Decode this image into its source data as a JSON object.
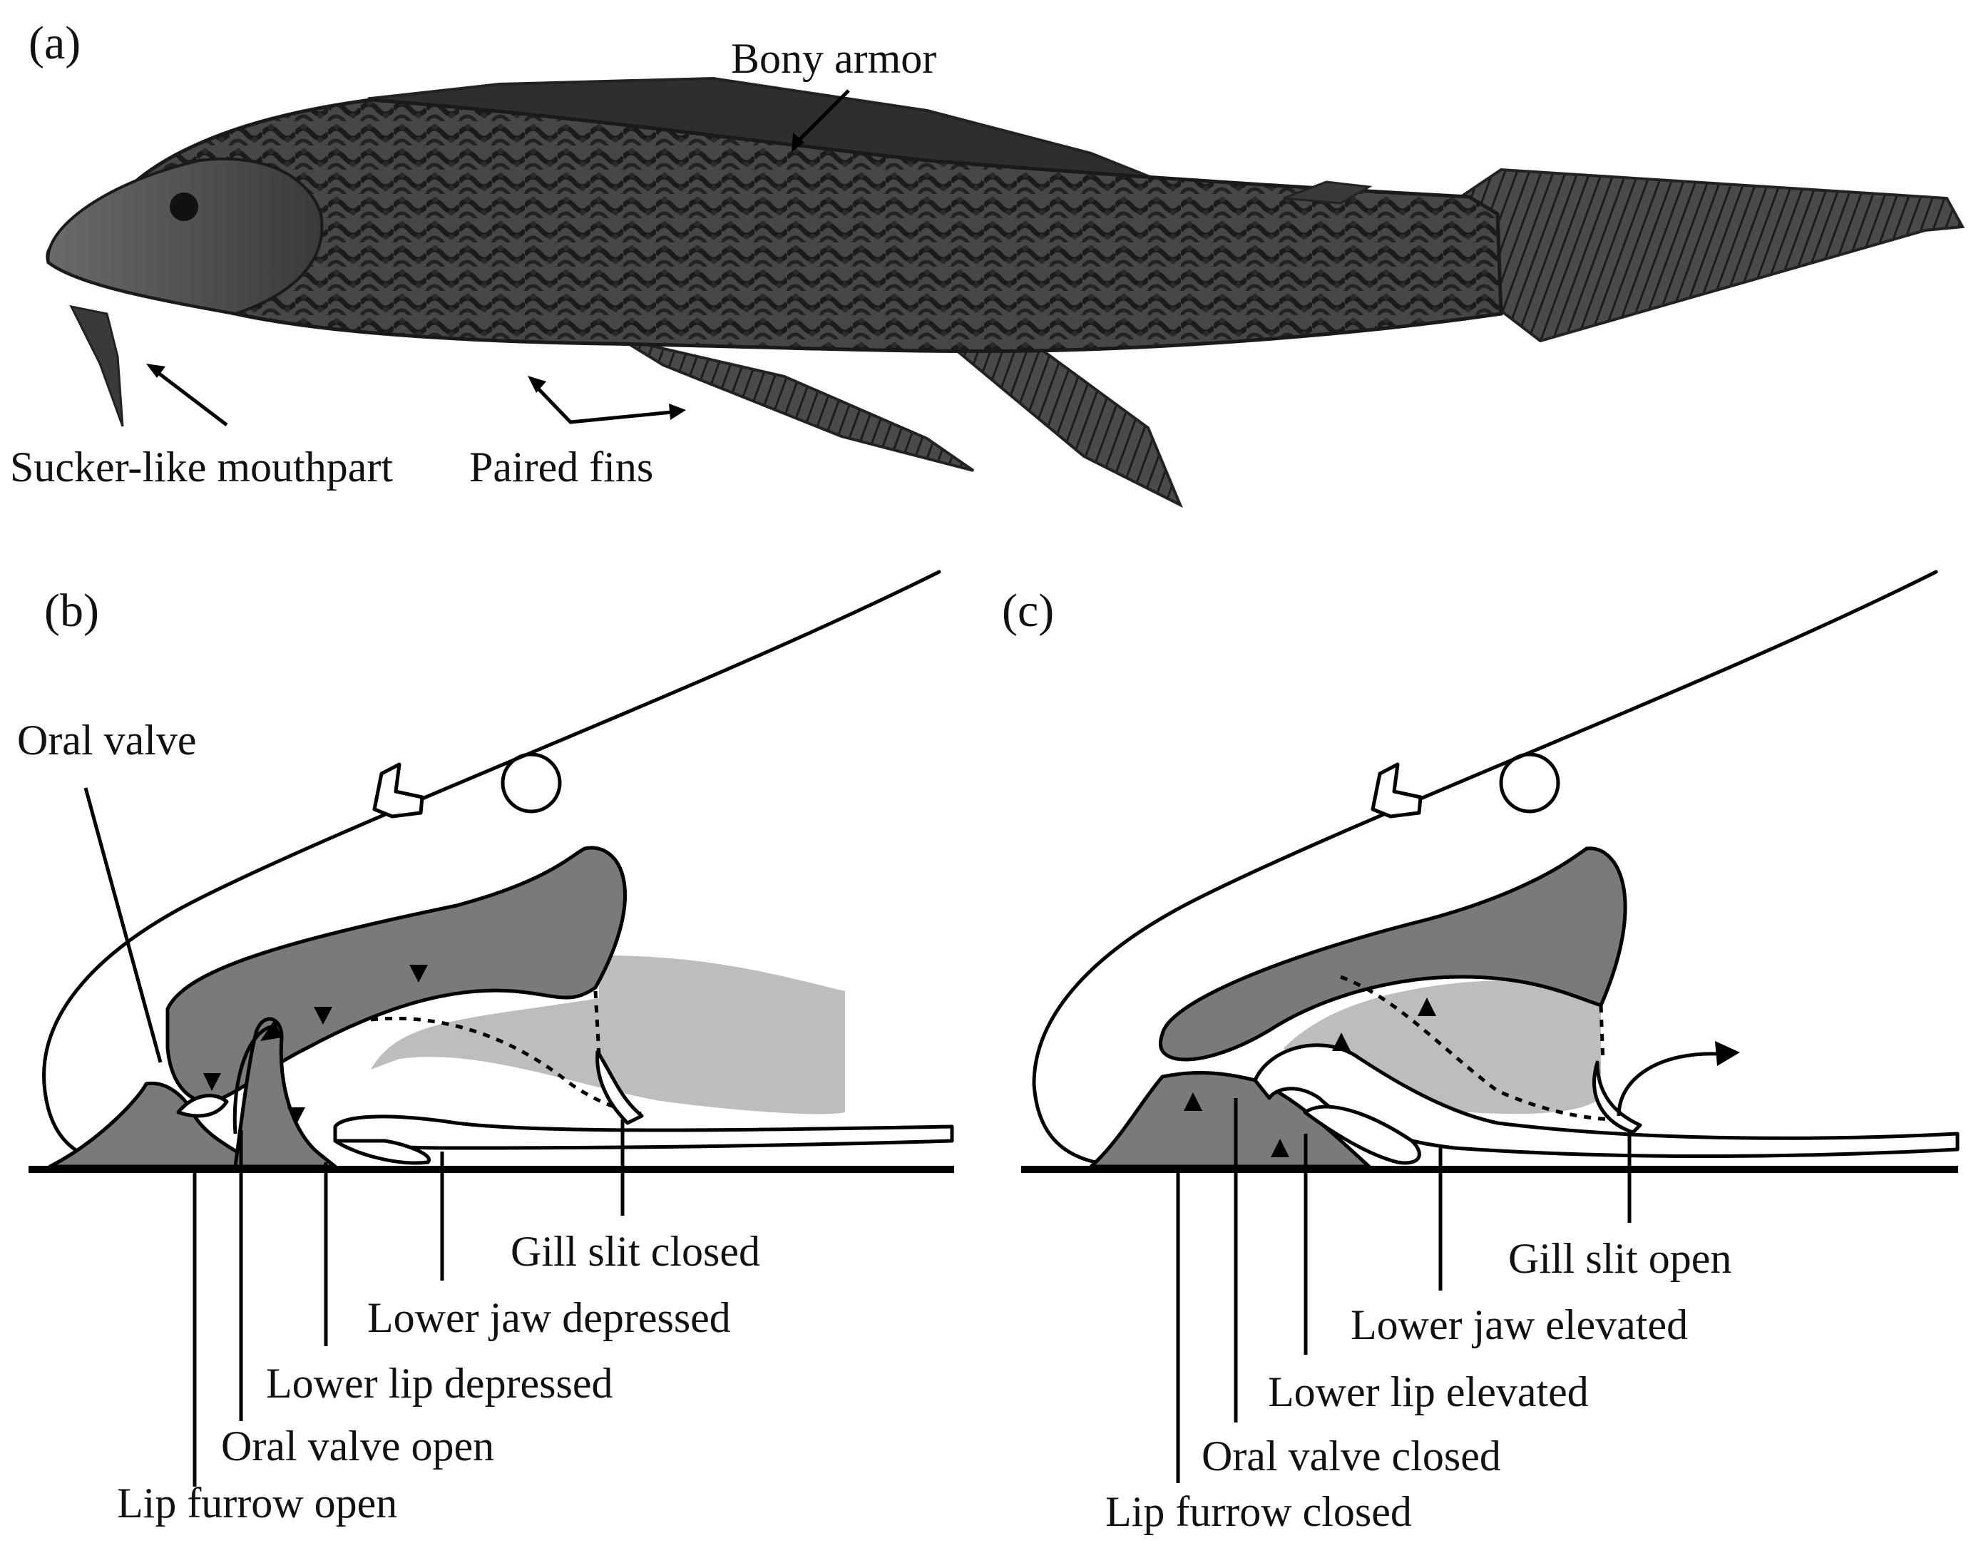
{
  "panels": {
    "a": {
      "letter": "(a)",
      "labels": {
        "bony_armor": "Bony armor",
        "mouthpart": "Sucker-like mouthpart",
        "paired_fins": "Paired fins"
      }
    },
    "b": {
      "letter": "(b)",
      "labels": {
        "oral_valve": "Oral valve",
        "gill_slit": "Gill slit closed",
        "lower_jaw": "Lower jaw depressed",
        "lower_lip": "Lower lip depressed",
        "oral_valve_state": "Oral valve open",
        "lip_furrow": "Lip furrow open"
      }
    },
    "c": {
      "letter": "(c)",
      "labels": {
        "gill_slit": "Gill slit open",
        "lower_jaw": "Lower jaw elevated",
        "lower_lip": "Lower lip elevated",
        "oral_valve_state": "Oral valve closed",
        "lip_furrow": "Lip furrow closed"
      }
    }
  },
  "colors": {
    "dark_tissue": "#7a7a7a",
    "light_tissue": "#bdbdbd",
    "fish_body": "#3c3c3c"
  }
}
